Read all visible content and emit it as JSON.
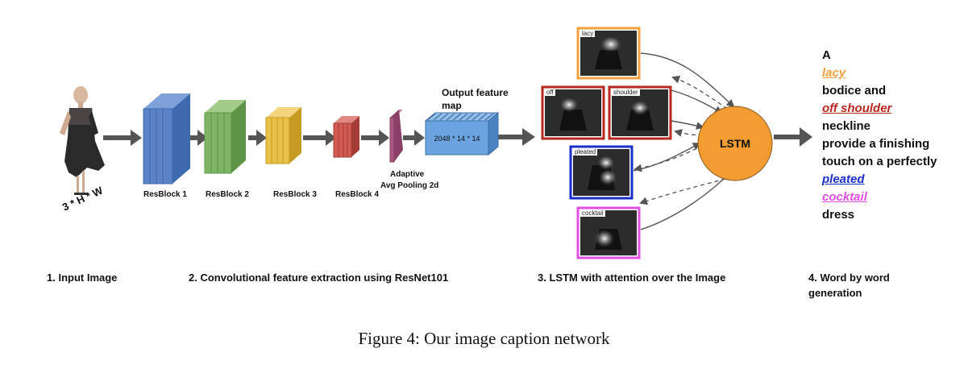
{
  "input": {
    "dims": "3 * H * W",
    "stage_label": "1. Input  Image"
  },
  "encoder": {
    "blocks": [
      "ResBlock 1",
      "ResBlock 2",
      "ResBlock 3",
      "ResBlock 4"
    ],
    "pooling_label_line1": "Adaptive",
    "pooling_label_line2": "Avg Pooling 2d",
    "feature_map_title_line1": "Output feature",
    "feature_map_title_line2": "map",
    "feature_map_dims": "2048 * 14 * 14",
    "stage_label": "2. Convolutional feature extraction using ResNet101",
    "colors": {
      "block1": "#5b84c8",
      "block2": "#7fb464",
      "block3": "#e9c147",
      "block4": "#d25b54",
      "pool": "#a8577f",
      "feature": "#6aa3e0"
    }
  },
  "attention": {
    "frames": [
      {
        "word": "lacy",
        "border_color": "#f0a03c"
      },
      {
        "word": "off",
        "border_color": "#b8281e"
      },
      {
        "word": "shoulder",
        "border_color": "#b8281e"
      },
      {
        "word": "pleated",
        "border_color": "#1a2fc8"
      },
      {
        "word": "cocktail",
        "border_color": "#e04fe0"
      }
    ],
    "lstm_label": "LSTM",
    "lstm_color": "#f39c32",
    "stage_label": "3. LSTM with attention over the  Image"
  },
  "caption_words": {
    "lines": [
      {
        "text": "A",
        "color": "#111111",
        "highlight": false
      },
      {
        "text": "lacy",
        "color": "#f0a03c",
        "highlight": true
      },
      {
        "text": "bodice and",
        "color": "#111111",
        "highlight": false
      },
      {
        "text": "off shoulder",
        "color": "#b8281e",
        "highlight": true
      },
      {
        "text": "neckline",
        "color": "#111111",
        "highlight": false
      },
      {
        "text": "provide a finishing",
        "color": "#111111",
        "highlight": false
      },
      {
        "text": "touch on a perfectly",
        "color": "#111111",
        "highlight": false
      },
      {
        "text": "pleated",
        "color": "#1a2fc8",
        "highlight": true
      },
      {
        "text": "cocktail",
        "color": "#e04fe0",
        "highlight": true
      },
      {
        "text": "dress",
        "color": "#111111",
        "highlight": false
      }
    ],
    "stage_label_line1": "4. Word by word",
    "stage_label_line2": "generation"
  },
  "figure_caption": "Figure 4: Our image caption network"
}
